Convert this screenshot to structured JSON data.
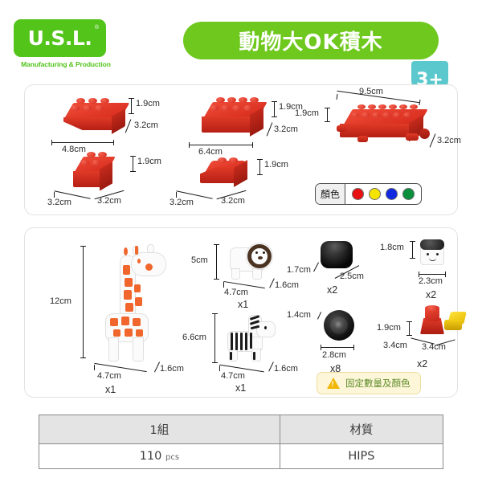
{
  "brand": {
    "logo_text": "U.S.L.",
    "registered_mark": "®",
    "tagline": "Manufacturing & Production"
  },
  "header": {
    "title": "動物大OK積木",
    "age_badge": "3+",
    "banner_color": "#6ec81e",
    "badge_color": "#5bc8cd"
  },
  "bricks_panel": {
    "items": [
      {
        "name": "inverted-slope-brick",
        "width": "4.8cm",
        "height": "1.9cm",
        "depth": "3.2cm"
      },
      {
        "name": "brick-2x4",
        "width": "6.4cm",
        "height": "1.9cm",
        "depth": "3.2cm"
      },
      {
        "name": "axle-brick",
        "width": "9.5cm",
        "height": "1.9cm",
        "depth": "3.2cm"
      },
      {
        "name": "brick-2x2",
        "width": "3.2cm",
        "height": "1.9cm",
        "depth": "3.2cm"
      },
      {
        "name": "slope-brick",
        "width": "3.2cm",
        "height": "1.9cm",
        "depth": "3.2cm"
      }
    ],
    "legend": {
      "label": "顏色",
      "colors": [
        "#e81010",
        "#f5e400",
        "#1028e0",
        "#0a8f3c"
      ]
    }
  },
  "animals_panel": {
    "items": [
      {
        "name": "giraffe",
        "height": "12cm",
        "width": "4.7cm",
        "depth": "1.6cm",
        "qty": "x1"
      },
      {
        "name": "lion",
        "height": "5cm",
        "width": "4.7cm",
        "depth": "1.6cm",
        "qty": "x1"
      },
      {
        "name": "zebra",
        "height": "6.6cm",
        "width": "4.7cm",
        "depth": "1.6cm",
        "qty": "x1"
      },
      {
        "name": "black-cylinder",
        "height": "1.7cm",
        "width": "2.5cm",
        "qty": "x2"
      },
      {
        "name": "black-wheel",
        "height": "1.4cm",
        "width": "2.8cm",
        "qty": "x8"
      },
      {
        "name": "figure-head",
        "height": "1.8cm",
        "width": "2.3cm",
        "qty": "x2"
      },
      {
        "name": "cone-pieces",
        "height": "1.9cm",
        "width": "3.4cm",
        "depth": "3.4cm",
        "qty": "x2"
      }
    ],
    "note": "固定數量及顏色"
  },
  "spec_table": {
    "headers": [
      "1組",
      "材質"
    ],
    "row": {
      "quantity": "110",
      "quantity_unit": "pcs",
      "material": "HIPS"
    }
  }
}
